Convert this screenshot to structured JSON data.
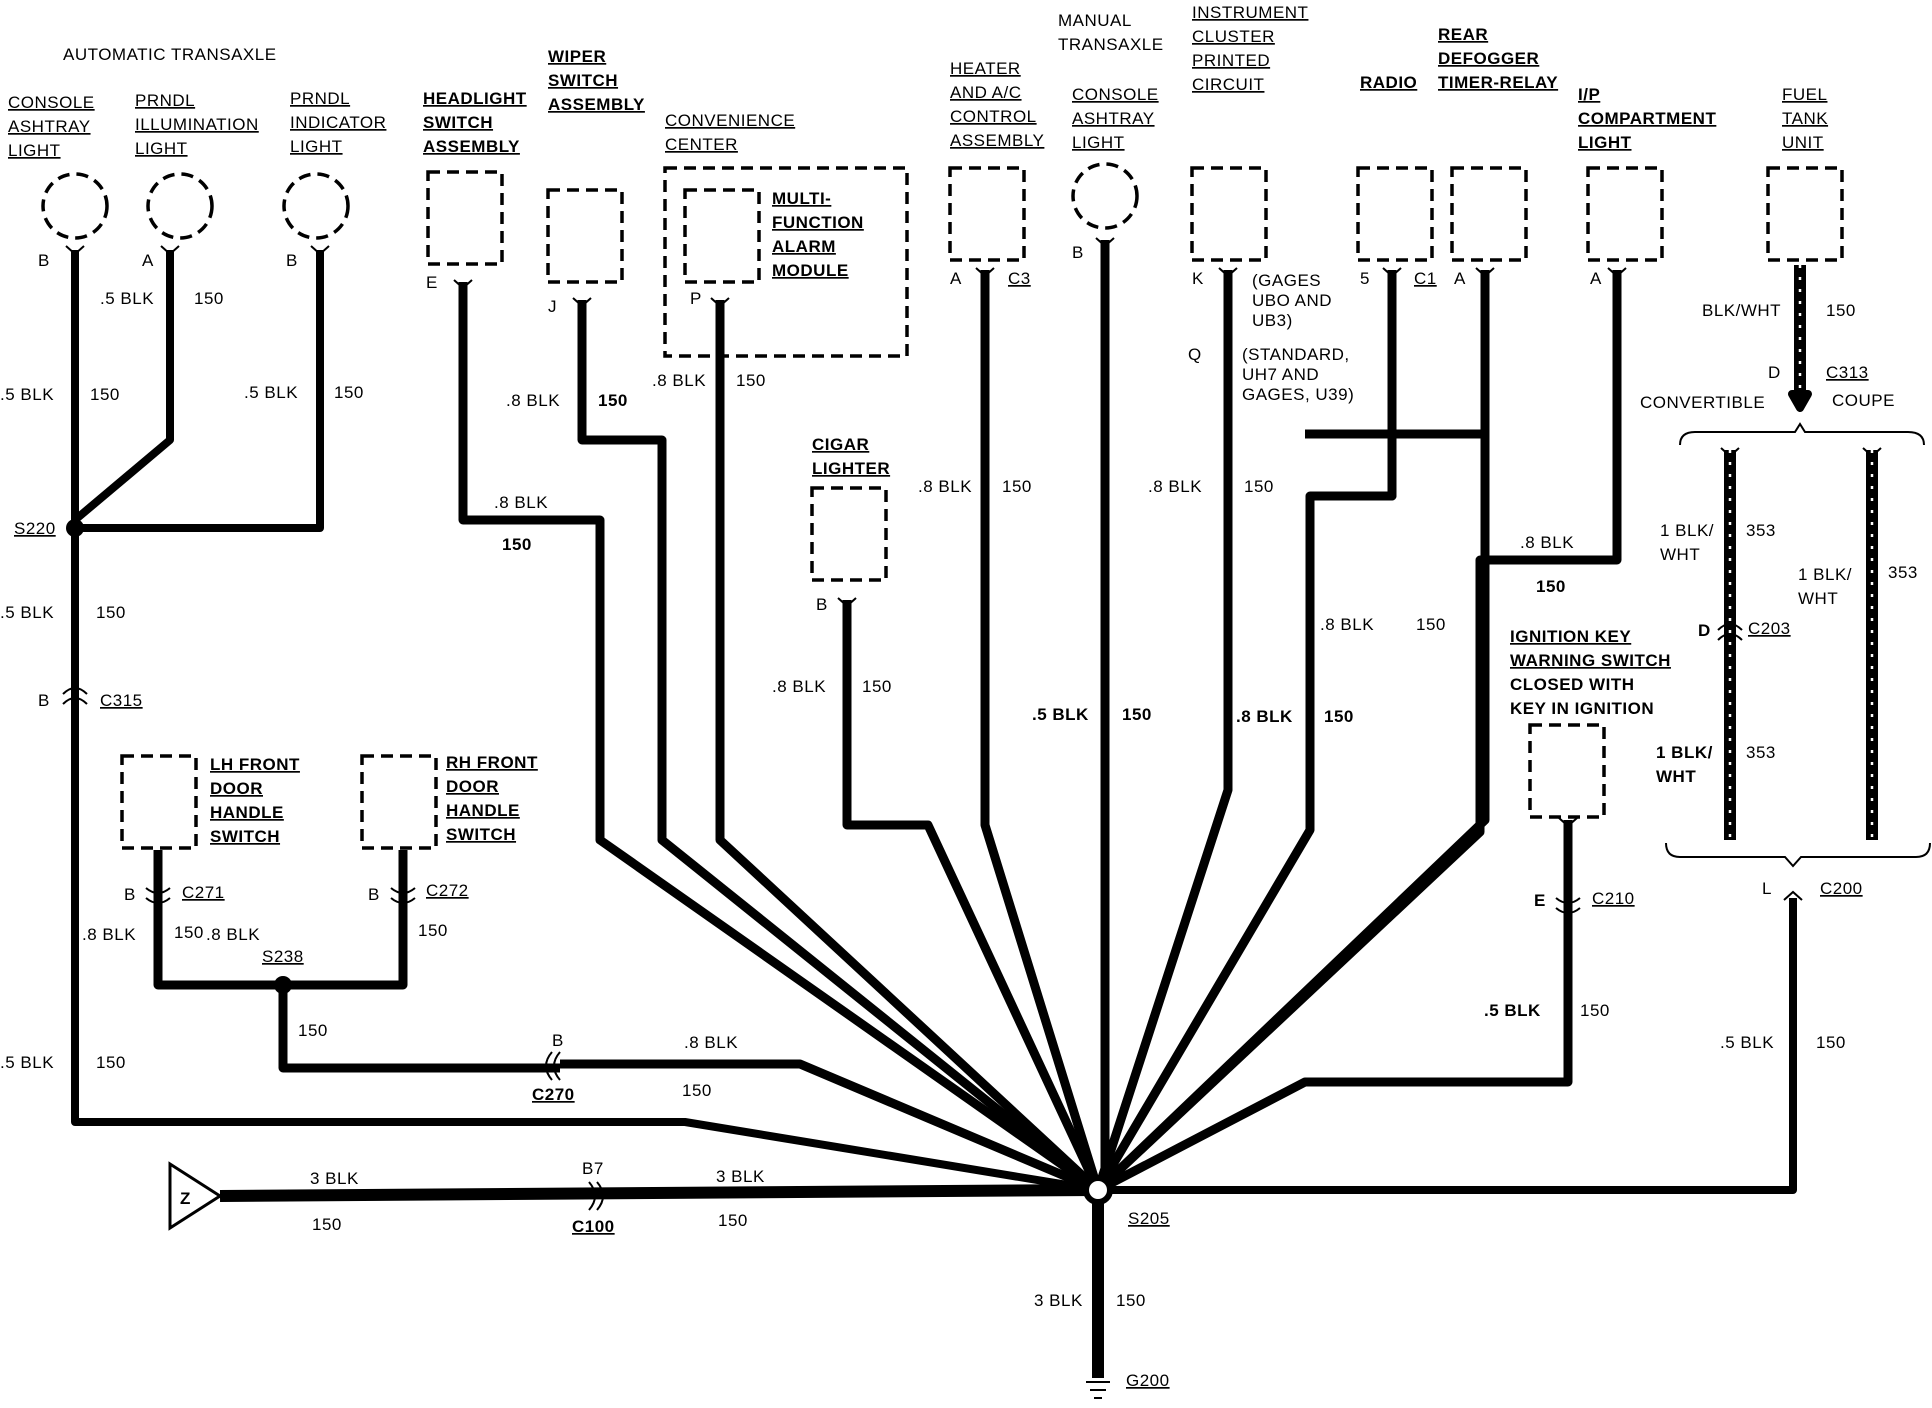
{
  "header": {
    "auto": "AUTOMATIC TRANSAXLE",
    "manual": [
      "MANUAL",
      "TRANSAXLE"
    ]
  },
  "components": {
    "console_auto": [
      "CONSOLE",
      "ASHTRAY",
      "LIGHT"
    ],
    "prndl_illum": [
      "PRNDL",
      "ILLUMINATION",
      "LIGHT"
    ],
    "prndl_ind": [
      "PRNDL",
      "INDICATOR",
      "LIGHT"
    ],
    "headlight": [
      "HEADLIGHT",
      "SWITCH",
      "ASSEMBLY"
    ],
    "wiper": [
      "WIPER",
      "SWITCH",
      "ASSEMBLY"
    ],
    "convenience": [
      "CONVENIENCE",
      "CENTER"
    ],
    "alarm": [
      "MULTI-",
      "FUNCTION",
      "ALARM",
      "MODULE"
    ],
    "cigar": [
      "CIGAR",
      "LIGHTER"
    ],
    "heater": [
      "HEATER",
      "AND A/C",
      "CONTROL",
      "ASSEMBLY"
    ],
    "console_man": [
      "CONSOLE",
      "ASHTRAY",
      "LIGHT"
    ],
    "cluster": [
      "INSTRUMENT",
      "CLUSTER",
      "PRINTED",
      "CIRCUIT"
    ],
    "radio": [
      "RADIO"
    ],
    "defogger": [
      "REAR",
      "DEFOGGER",
      "TIMER-RELAY"
    ],
    "ip_light": [
      "I/P",
      "COMPARTMENT",
      "LIGHT"
    ],
    "fuel": [
      "FUEL",
      "TANK",
      "UNIT"
    ],
    "lh_door": [
      "LH FRONT",
      "DOOR",
      "HANDLE",
      "SWITCH"
    ],
    "rh_door": [
      "RH FRONT",
      "DOOR",
      "HANDLE",
      "SWITCH"
    ],
    "ign_key": [
      "IGNITION KEY",
      "WARNING SWITCH",
      "CLOSED WITH",
      "KEY IN IGNITION"
    ]
  },
  "cluster_notes": [
    "(GAGES",
    "UBO AND",
    "UB3)",
    "(STANDARD,",
    "UH7 AND",
    "GAGES, U39)"
  ],
  "variants": {
    "convertible": "CONVERTIBLE",
    "coupe": "COUPE"
  },
  "pins": {
    "b1": "B",
    "a1": "A",
    "b2": "B",
    "e": "E",
    "j": "J",
    "p": "P",
    "b3": "B",
    "a2": "A",
    "b4": "B",
    "k": "K",
    "q": "Q",
    "five": "5",
    "a3": "A",
    "a4": "A",
    "d1": "D",
    "d2": "D",
    "b5": "B",
    "b6": "B",
    "b7": "B",
    "b8": "B",
    "e2": "E",
    "l": "L",
    "b7c": "B7"
  },
  "connectors": {
    "c3": "C3",
    "c1": "C1",
    "c313": "C313",
    "c315": "C315",
    "c271": "C271",
    "c272": "C272",
    "c203": "C203",
    "c210": "C210",
    "c200": "C200",
    "c270": "C270",
    "c100": "C100"
  },
  "splices": {
    "s220": "S220",
    "s238": "S238",
    "s205": "S205",
    "g200": "G200",
    "z": "Z"
  },
  "wires": {
    "blk5": ".5 BLK",
    "blk8": ".8 BLK",
    "blk3": "3 BLK",
    "blkwht": "BLK/WHT",
    "blk1": "1 BLK/",
    "wht": "WHT",
    "c150": "150",
    "c353": "353"
  }
}
